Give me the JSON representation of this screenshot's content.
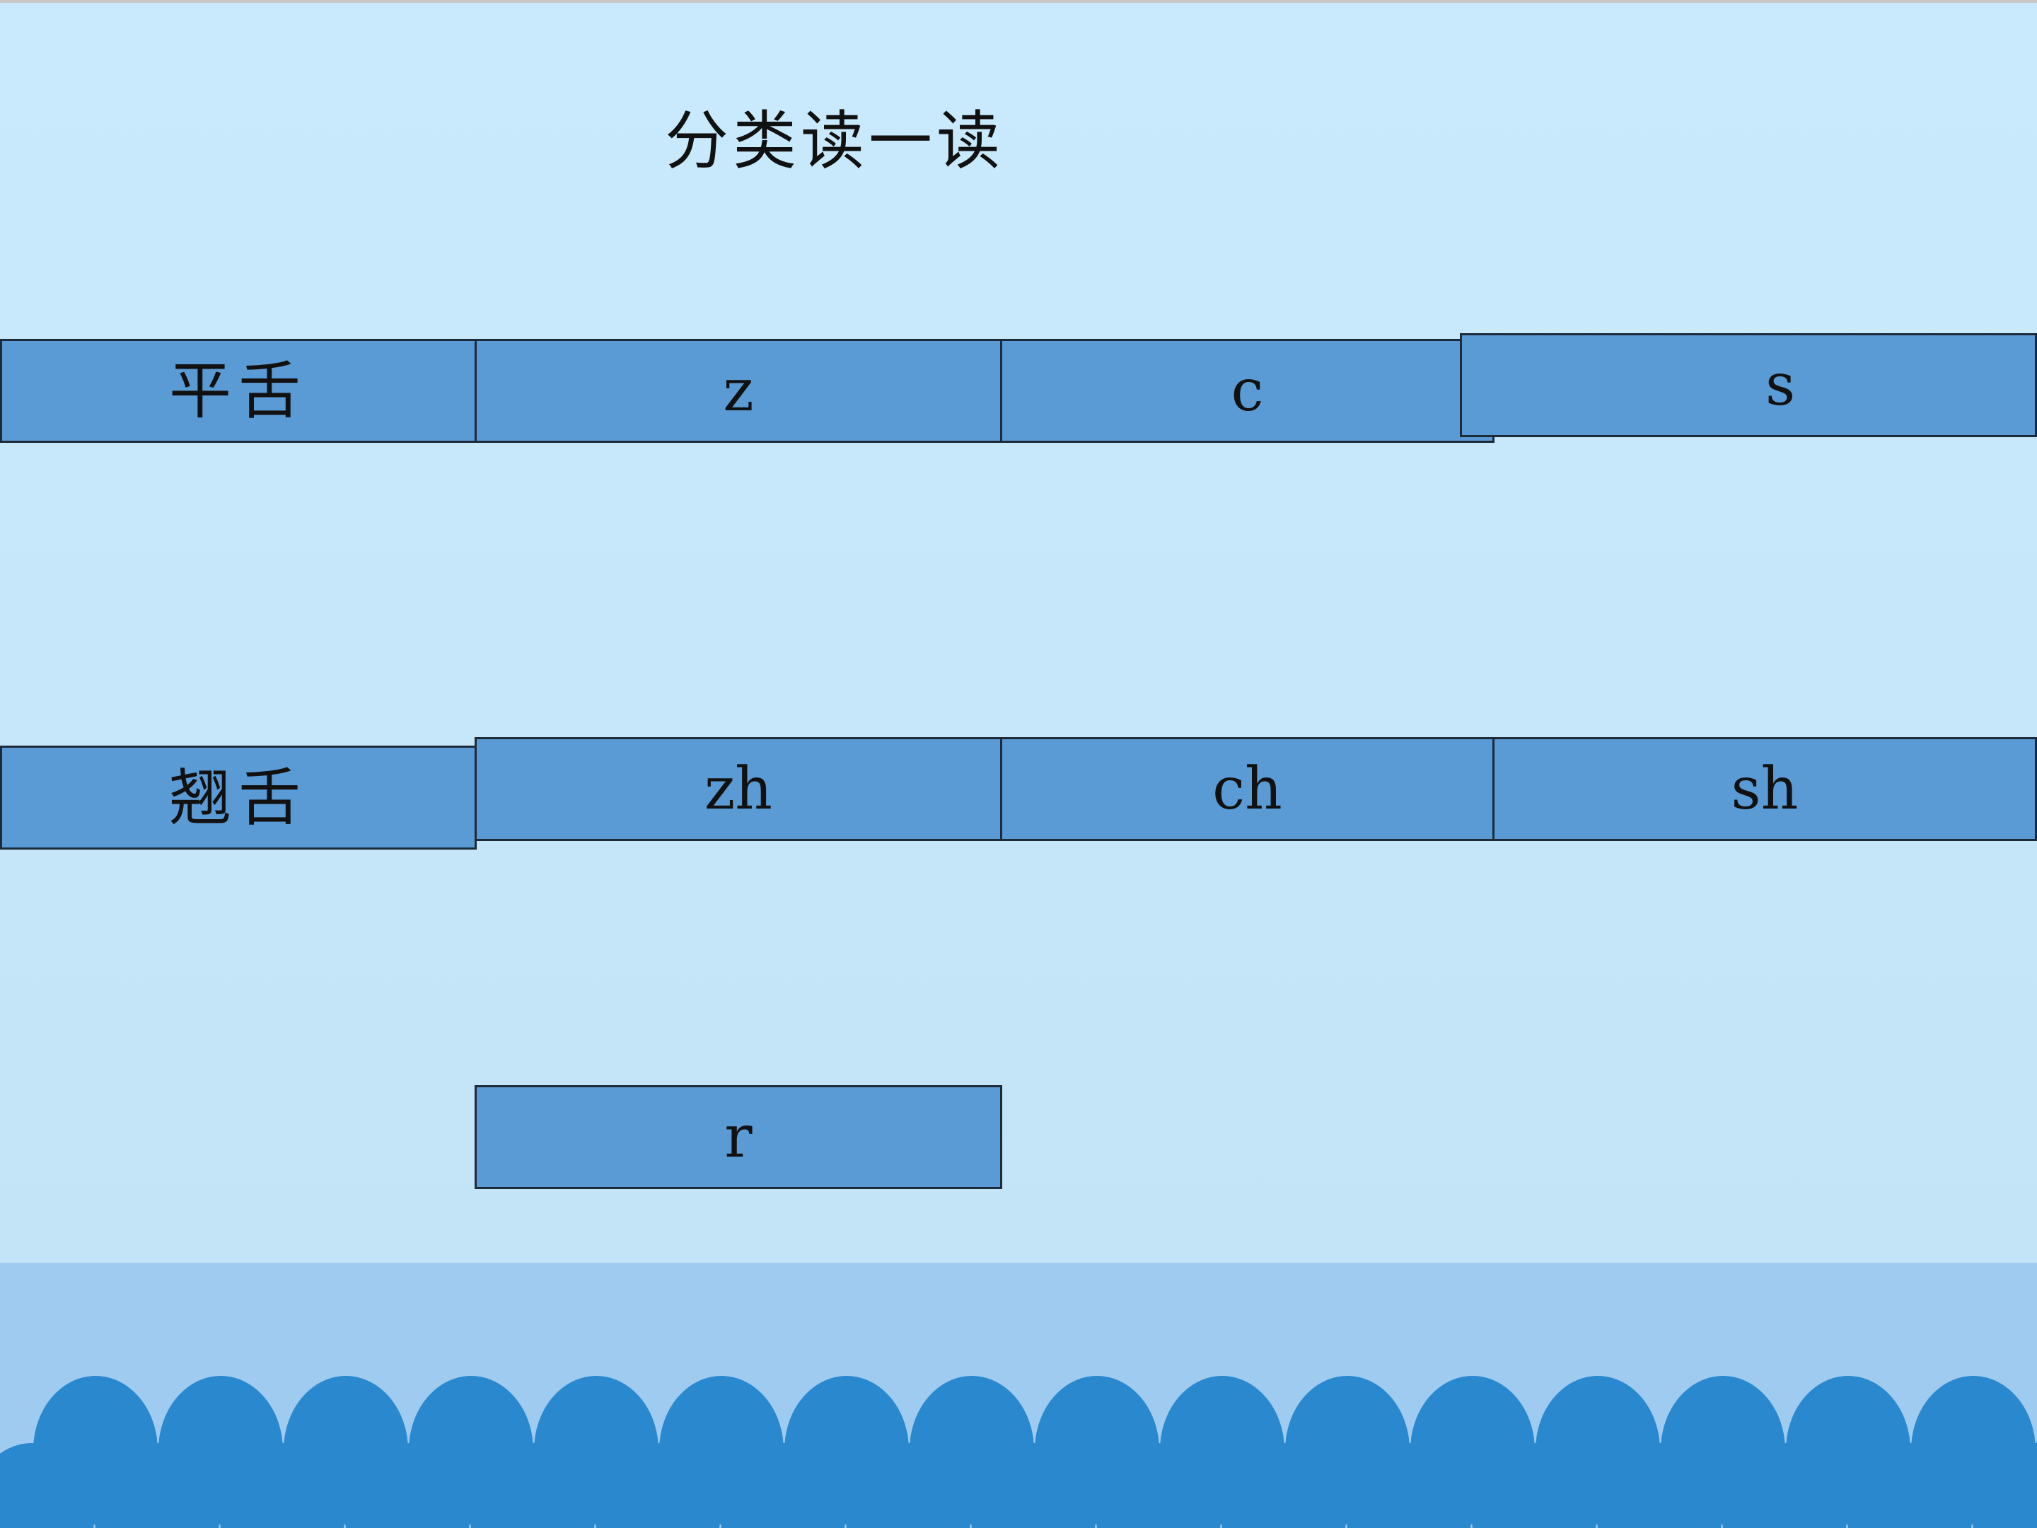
{
  "slide": {
    "title": "分类读一读",
    "background_colors": {
      "sky_top": "#c9eafc",
      "sky_bottom": "#c3e4f7",
      "ground": "#9ecbef",
      "waves": "#2a88cf",
      "cell_fill": "#5b9bd5",
      "cell_border": "#1c2a3a"
    },
    "rows": [
      {
        "label": "平舌",
        "cells": [
          "z",
          "c",
          "s"
        ]
      },
      {
        "label": "翘舌",
        "cells": [
          "zh",
          "ch",
          "sh"
        ]
      },
      {
        "label": "",
        "cells": [
          "r"
        ]
      }
    ]
  }
}
